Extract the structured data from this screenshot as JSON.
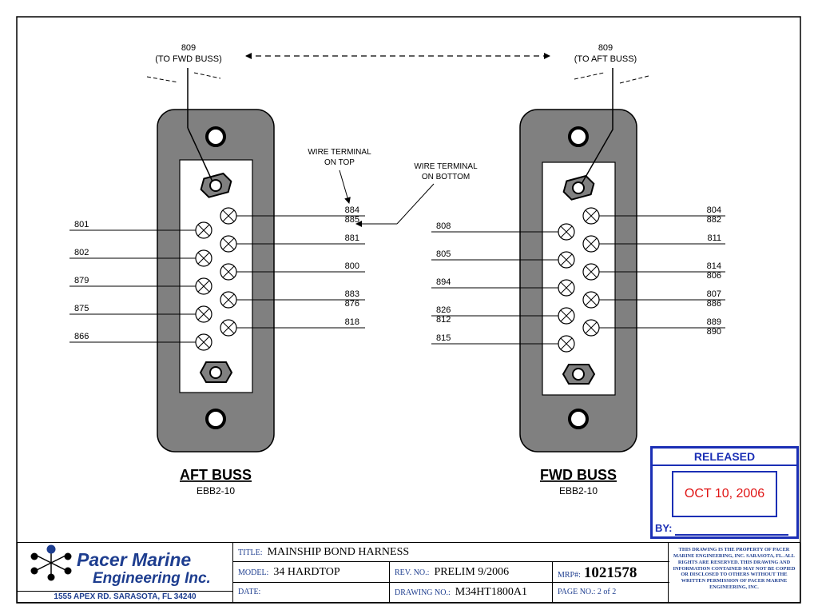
{
  "bus_link": {
    "left_wire": "809",
    "left_dest": "(TO FWD BUSS)",
    "right_wire": "809",
    "right_dest": "(TO AFT BUSS)"
  },
  "annotations": {
    "terminal_top_line1": "WIRE TERMINAL",
    "terminal_top_line2": "ON TOP",
    "terminal_bottom_line1": "WIRE TERMINAL",
    "terminal_bottom_line2": "ON BOTTOM"
  },
  "aft_bus": {
    "name": "AFT BUSS",
    "part": "EBB2-10",
    "left_wires": [
      "801",
      "802",
      "879",
      "875",
      "866"
    ],
    "right_wires": [
      [
        "884",
        "885"
      ],
      [
        "881"
      ],
      [
        "800"
      ],
      [
        "883",
        "876"
      ],
      [
        "818"
      ]
    ]
  },
  "fwd_bus": {
    "name": "FWD BUSS",
    "part": "EBB2-10",
    "left_wires": [
      [
        "808"
      ],
      [
        "805"
      ],
      [
        "894"
      ],
      [
        "826",
        "812"
      ],
      [
        "815"
      ]
    ],
    "right_wires": [
      [
        "804",
        "882"
      ],
      [
        "811"
      ],
      [
        "814",
        "806"
      ],
      [
        "807",
        "886"
      ],
      [
        "889",
        "890"
      ]
    ]
  },
  "stamp": {
    "title": "RELEASED",
    "date": "OCT 10, 2006",
    "by_label": "BY:",
    "color": "#1b2fb5",
    "date_color": "#e01414"
  },
  "title_block": {
    "company_name": "Pacer Marine",
    "company_sub": "Engineering Inc.",
    "address": "1555 APEX RD.  SARASOTA, FL  34240",
    "title_label": "TITLE:",
    "title": "MAINSHIP BOND HARNESS",
    "model_label": "MODEL:",
    "model": "34 HARDTOP",
    "rev_label": "REV. NO.:",
    "rev": "PRELIM 9/2006",
    "mrp_label": "MRP#:",
    "mrp": "1021578",
    "date_label": "DATE:",
    "drawing_label": "DRAWING NO.:",
    "drawing": "M34HT1800A1",
    "page": "PAGE NO.: 2 of 2",
    "notice": "THIS DRAWING IS THE PROPERTY OF PACER MARINE ENGINEERING, INC. SARASOTA, FL. ALL RIGHTS ARE RESERVED. THIS DRAWING AND INFORMATION CONTAINED MAY NOT BE COPIED OR DISCLOSED TO OTHERS WITHOUT THE WRITTEN PERMISSION OF PACER MARINE ENGINEERING, INC.",
    "brand_color": "#1d3d8f"
  }
}
